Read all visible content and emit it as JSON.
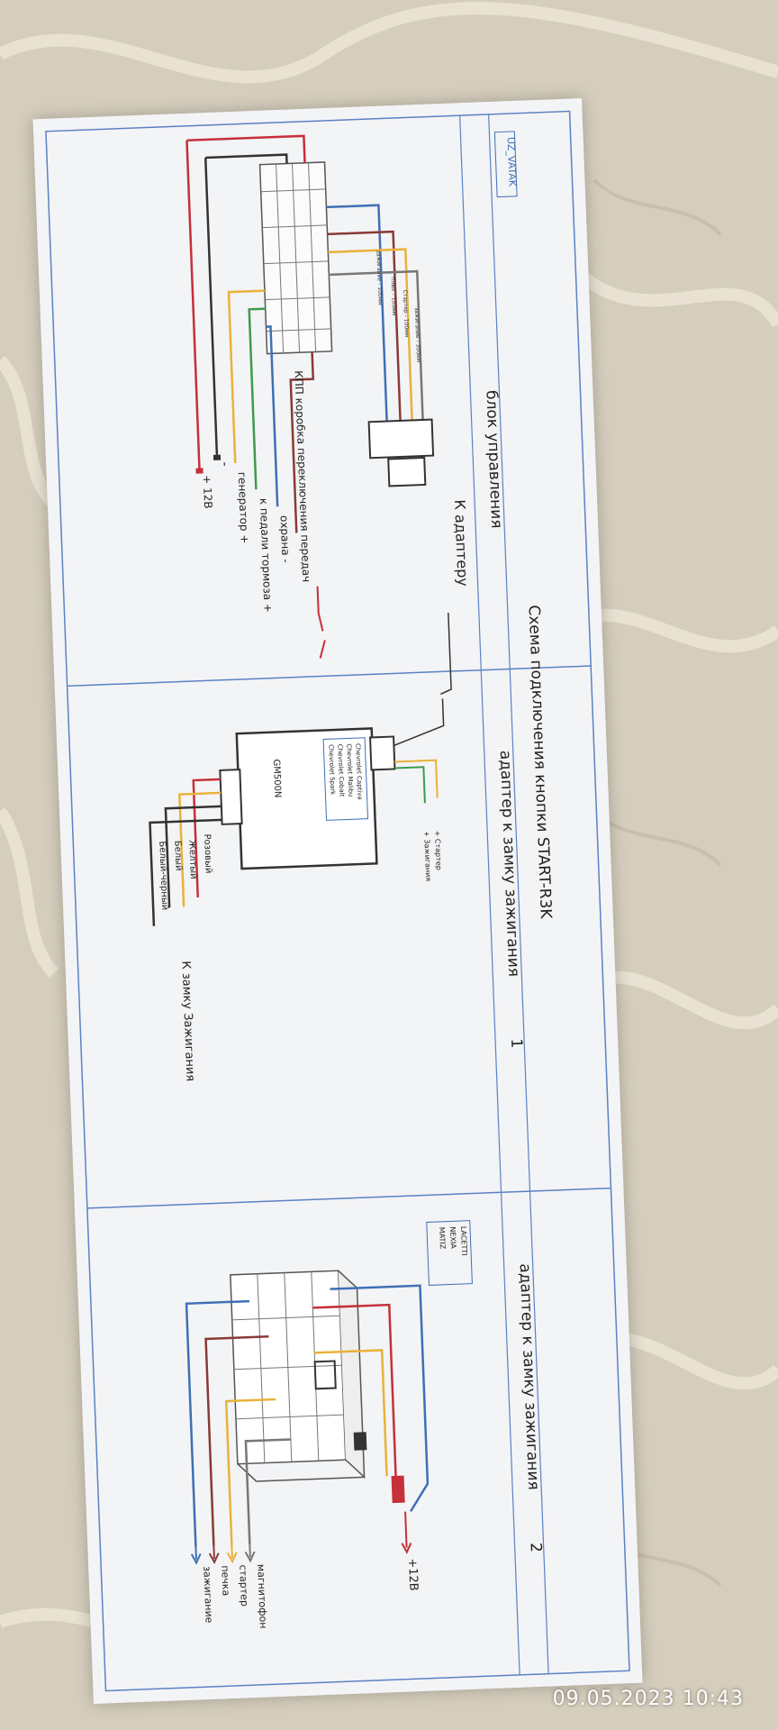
{
  "document": {
    "title": "Схема подключения кнопки START-R3K",
    "brand": "UZ_VATAK",
    "section1": {
      "header": "блок управления",
      "lead_labels": [
        "зажигание - 100мм",
        "Плюс - 100мм",
        "Стартер - 100мм",
        "зажигание - 300мм"
      ],
      "to_adapter": "К адаптеру",
      "labels": [
        "КПП коробка переключения передач",
        "охрана -",
        "к педали тормоза +",
        "генератор +",
        "-",
        "+ 12В"
      ]
    },
    "section2": {
      "header": "адаптер к замку зажигания",
      "number": "1",
      "models": [
        "Chevrolet Captiva",
        "Chevrolet Malibu",
        "Chevrolet Cobalt",
        "Chevrolet Spark"
      ],
      "device": "GM500N",
      "out_labels": [
        "+ Стартер",
        "+ Зажигания"
      ],
      "wire_labels": [
        "Розовый",
        "Желтый",
        "Белый",
        "Белый-черный"
      ],
      "bottom": "К замку Зажигания"
    },
    "section3": {
      "header": "адаптер к замку зажигания",
      "number": "2",
      "models": [
        "LACETTI",
        "NEXIA",
        "MATIZ"
      ],
      "plus": "+12В",
      "wire_labels": [
        "магнитофон",
        "стартер",
        "печка",
        "зажигание"
      ]
    }
  },
  "colors": {
    "blue": "#3f6fb5",
    "red": "#c5303a",
    "yellow": "#e9b23a",
    "green": "#3d9a4a",
    "brown": "#8a3a36",
    "gray": "#777777",
    "black": "#333333"
  },
  "timestamp": "09.05.2023  10:43"
}
